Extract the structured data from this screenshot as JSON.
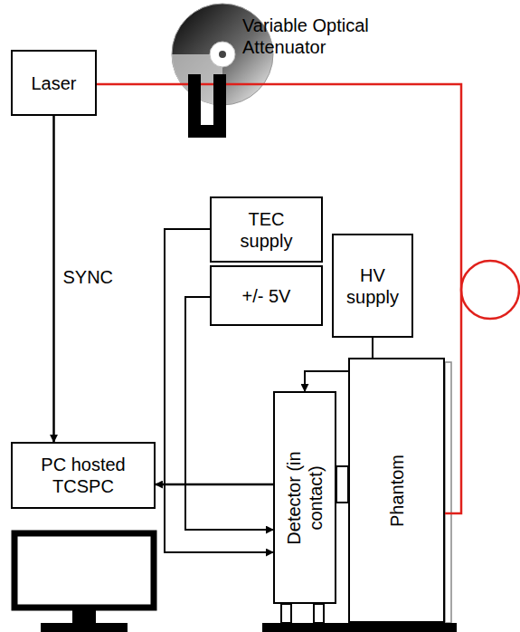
{
  "diagram": {
    "nodes": [
      {
        "text": [
          "Laser"
        ]
      },
      {
        "text": [
          "TEC supply"
        ]
      },
      {
        "text": [
          "HV supply"
        ]
      },
      {
        "text": [
          "+/- 5V"
        ]
      },
      {
        "text": [
          "Detector (in contact)"
        ]
      },
      {
        "text": [
          "Phantom"
        ]
      },
      {
        "text": [
          "PC hosted TCSPC"
        ]
      }
    ],
    "edges": [
      {
        "from": 0,
        "to": 6,
        "label": "SYNC",
        "arrow": "to"
      },
      {
        "from": 0,
        "to": 5,
        "arrow": "none"
      },
      {
        "from": 1,
        "to": 4,
        "arrow": "to"
      },
      {
        "from": 3,
        "to": 4,
        "arrow": "to"
      },
      {
        "from": 2,
        "to": 4,
        "arrow": "to"
      },
      {
        "from": 4,
        "to": 6,
        "arrow": "to"
      }
    ],
    "labels": [
      "Variable Optical Attenuator"
    ]
  }
}
